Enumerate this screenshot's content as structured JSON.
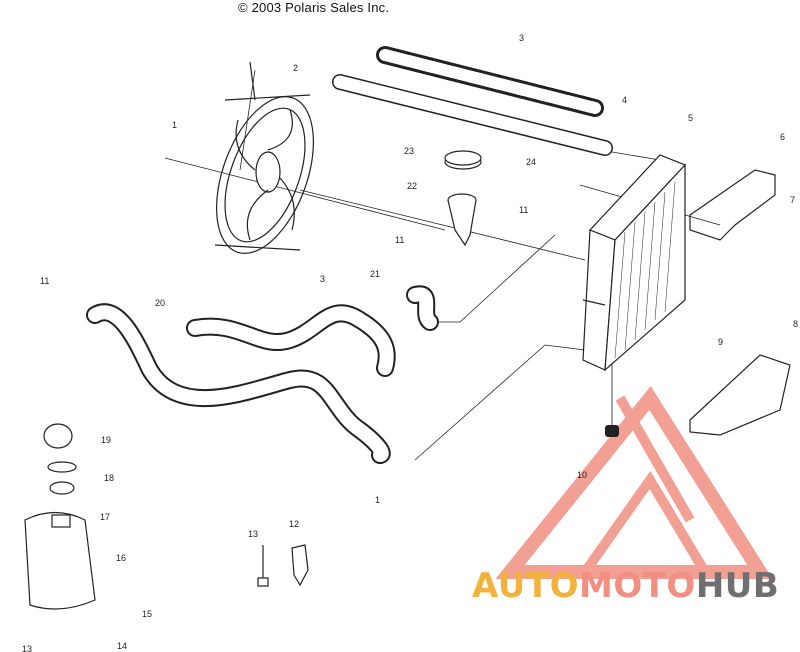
{
  "header": {
    "copyright": "© 2003 Polaris Sales Inc."
  },
  "watermark": {
    "part1": "AUTO",
    "part2": "MOTO",
    "part3": "HUB",
    "colors": {
      "auto": "#f2b33c",
      "moto": "#f08f82",
      "hub": "#6f6f6f",
      "logo": "#f08f82"
    }
  },
  "callouts": [
    "1",
    "2",
    "3",
    "4",
    "5",
    "6",
    "7",
    "8",
    "9",
    "10",
    "11",
    "11",
    "11",
    "20",
    "3",
    "21",
    "22",
    "23",
    "24",
    "19",
    "18",
    "17",
    "16",
    "15",
    "14",
    "13",
    "13",
    "12",
    "1"
  ]
}
